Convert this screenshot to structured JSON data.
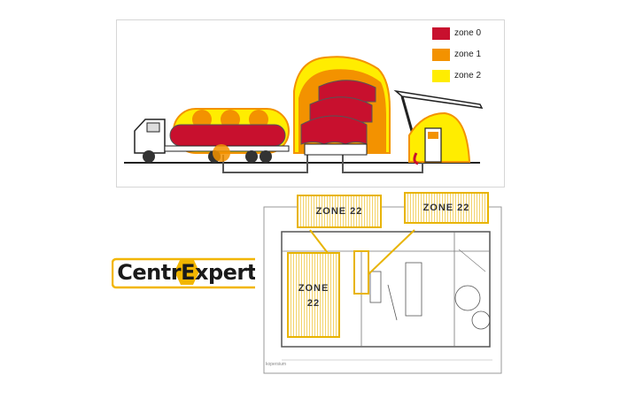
{
  "legend": {
    "items": [
      {
        "label": "zone 0",
        "color": "#c8102e"
      },
      {
        "label": "zone 1",
        "color": "#f39200"
      },
      {
        "label": "zone 2",
        "color": "#ffed00"
      }
    ]
  },
  "plan": {
    "zone_boxes": [
      {
        "label": "ZONE 22"
      },
      {
        "label": "ZONE 22"
      },
      {
        "label_line1": "ZONE",
        "label_line2": "22"
      }
    ],
    "caption": "kopersium"
  },
  "logo": {
    "text": "CentrExpert",
    "reg_mark": "®",
    "accent": "#f2b600"
  }
}
